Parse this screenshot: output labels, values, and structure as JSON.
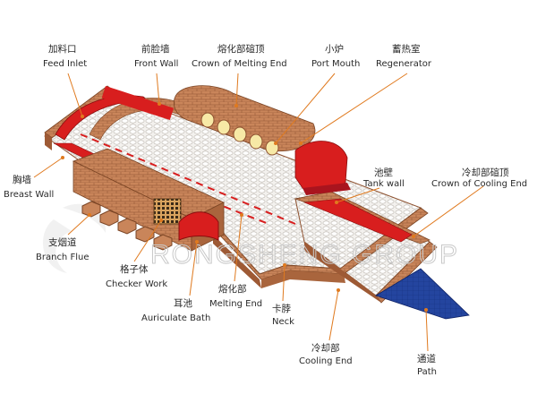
{
  "labels": {
    "feed_inlet": {
      "zh": "加料口",
      "en": "Feed Inlet"
    },
    "front_wall": {
      "zh": "前脸墙",
      "en": "Front Wall"
    },
    "crown_melting": {
      "zh": "熔化部碹顶",
      "en": "Crown of Melting End"
    },
    "port_mouth": {
      "zh": "小炉",
      "en": "Port Mouth"
    },
    "regenerator": {
      "zh": "蓄热室",
      "en": "Regenerator"
    },
    "breast_wall": {
      "zh": "胸墙",
      "en": "Breast Wall"
    },
    "tank_wall": {
      "zh": "池壁",
      "en": "Tank wall"
    },
    "crown_cooling": {
      "zh": "冷却部碹顶",
      "en": "Crown of Cooling End"
    },
    "branch_flue": {
      "zh": "支烟道",
      "en": "Branch Flue"
    },
    "checker_work": {
      "zh": "格子体",
      "en": "Checker Work"
    },
    "auriculate_bath": {
      "zh": "耳池",
      "en": "Auriculate Bath"
    },
    "melting_end": {
      "zh": "熔化部",
      "en": "Melting End"
    },
    "neck": {
      "zh": "卡脖",
      "en": "Neck"
    },
    "cooling_end": {
      "zh": "冷却部",
      "en": "Cooling End"
    },
    "path": {
      "zh": "通道",
      "en": "Path"
    }
  },
  "watermark": "RONGSHENG GROUP",
  "colors": {
    "brick": "#c9855a",
    "brick_dark": "#9e5a35",
    "refractory_red": "#d81e1e",
    "floor": "#ece9e4",
    "path_blue": "#1f3f9e",
    "leader": "#e07a1f"
  }
}
